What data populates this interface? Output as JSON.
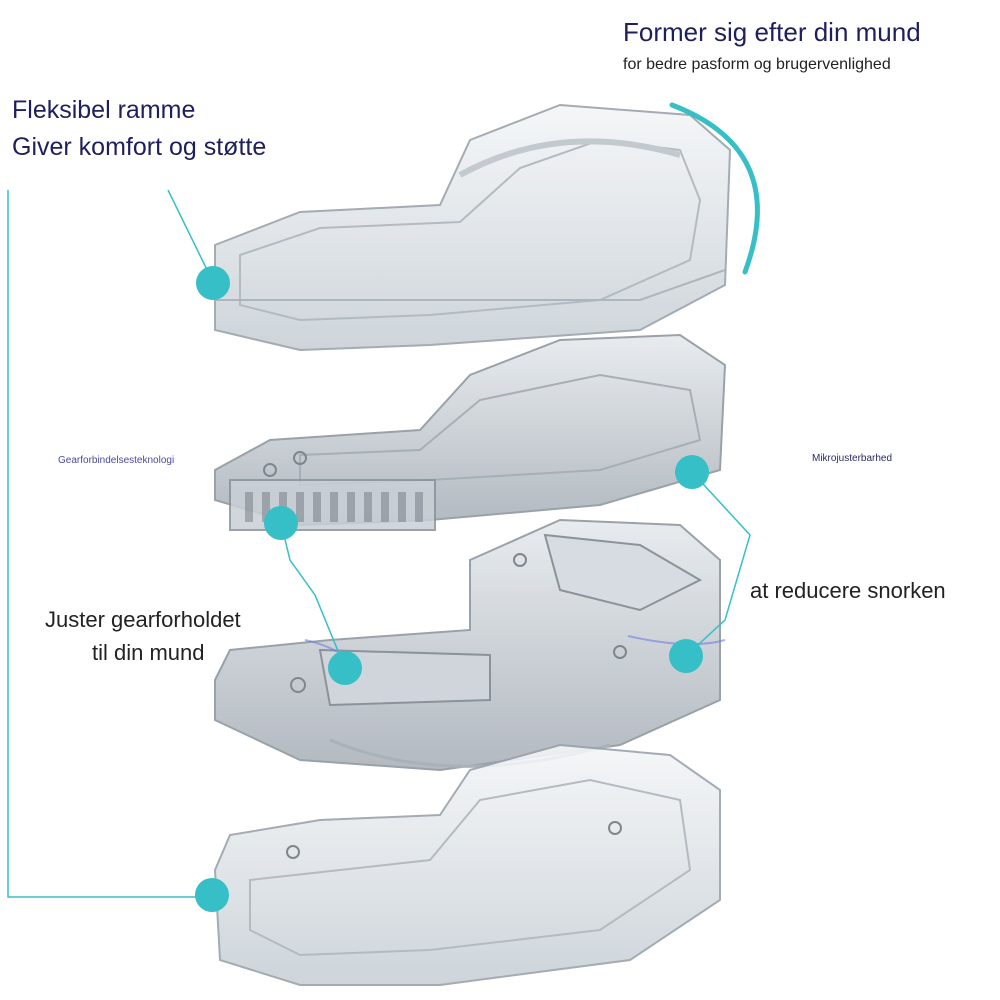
{
  "labels": {
    "top_right_title": "Former sig efter din mund",
    "top_right_subtitle": "for bedre pasform og brugervenlighed",
    "flex_line1": "Fleksibel ramme",
    "flex_line2": "Giver komfort og støtte",
    "gear_technology": "Gearforbindelsesteknologi",
    "micro_adjust": "Mikrojusterbarhed",
    "reduce_snoring": "at reducere snorken",
    "adjust_line1": "Juster gearforholdet",
    "adjust_line2": "til din mund"
  },
  "colors": {
    "accent_teal": "#36bfc6",
    "heading_navy": "#1f1f5c",
    "body_text": "#222222",
    "clear_plastic": "#d9dfe4",
    "plastic_edge": "#9aa3ab"
  }
}
